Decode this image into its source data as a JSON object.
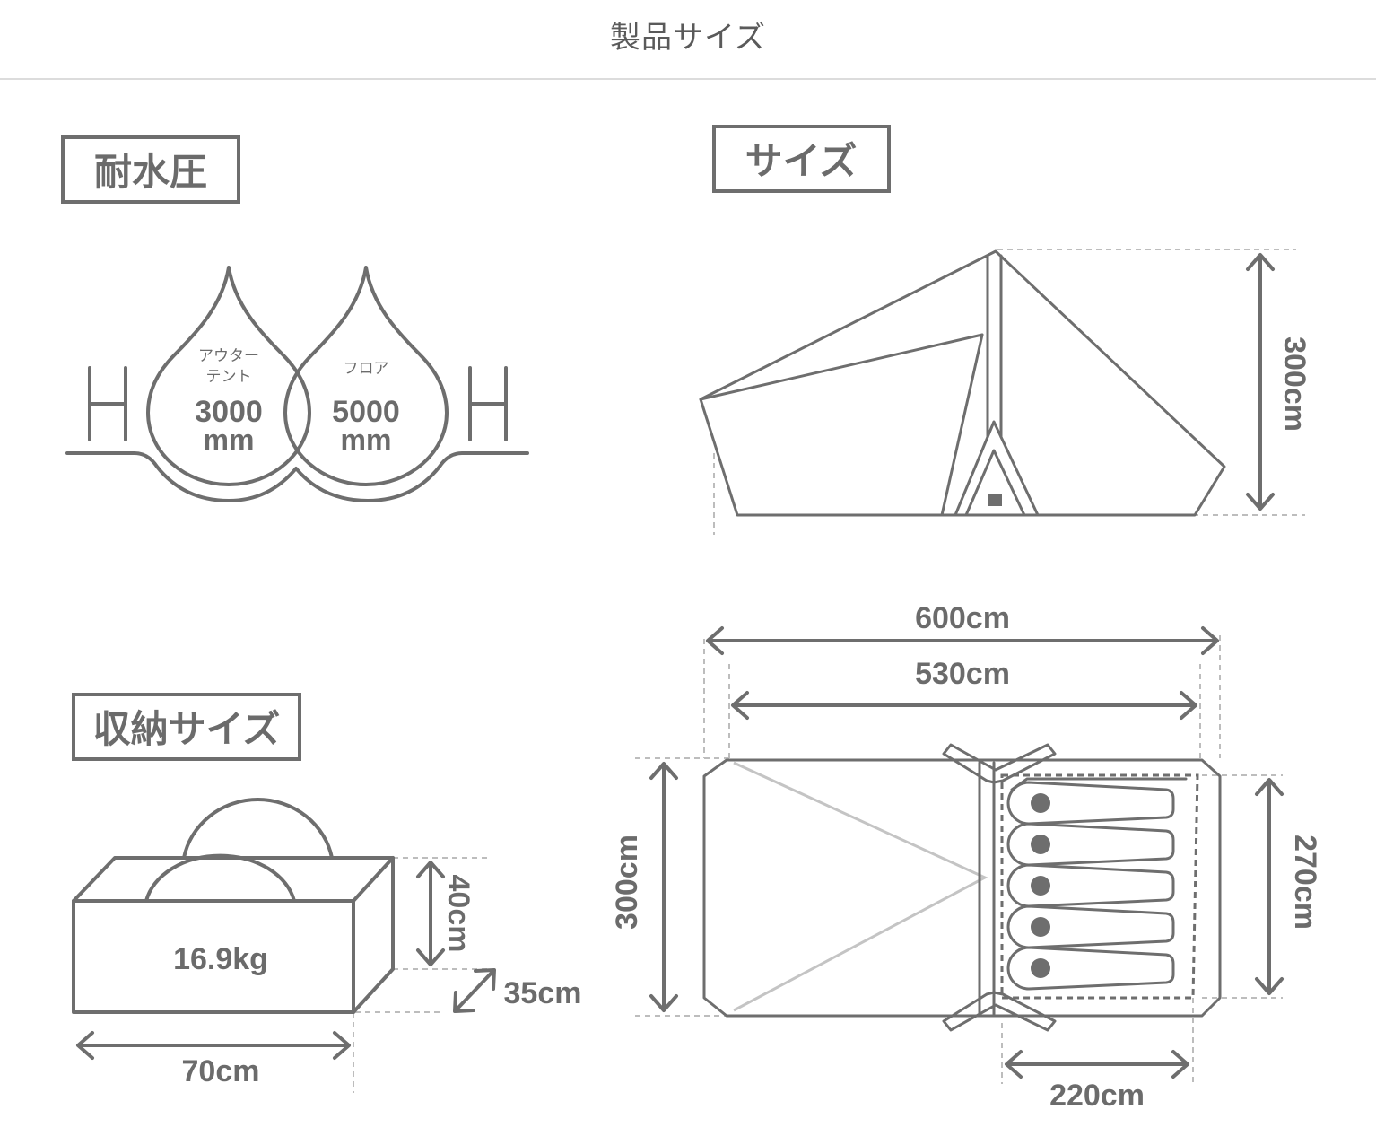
{
  "page": {
    "title": "製品サイズ"
  },
  "water_resistance": {
    "title": "耐水圧",
    "outer_tent": {
      "label_line1": "アウター",
      "label_line2": "テント",
      "value": "3000",
      "unit": "mm"
    },
    "floor": {
      "label": "フロア",
      "value": "5000",
      "unit": "mm"
    }
  },
  "size": {
    "title": "サイズ",
    "height": "300cm",
    "total_length": "600cm",
    "inner_length": "530cm",
    "width": "300cm",
    "inner_width": "270cm",
    "inner_depth": "220cm"
  },
  "storage": {
    "title": "収納サイズ",
    "weight": "16.9kg",
    "height": "40cm",
    "depth": "35cm",
    "width": "70cm"
  },
  "colors": {
    "line": "#6e6e6e",
    "dashed": "#bdbdbd",
    "text": "#6b6b6b"
  }
}
